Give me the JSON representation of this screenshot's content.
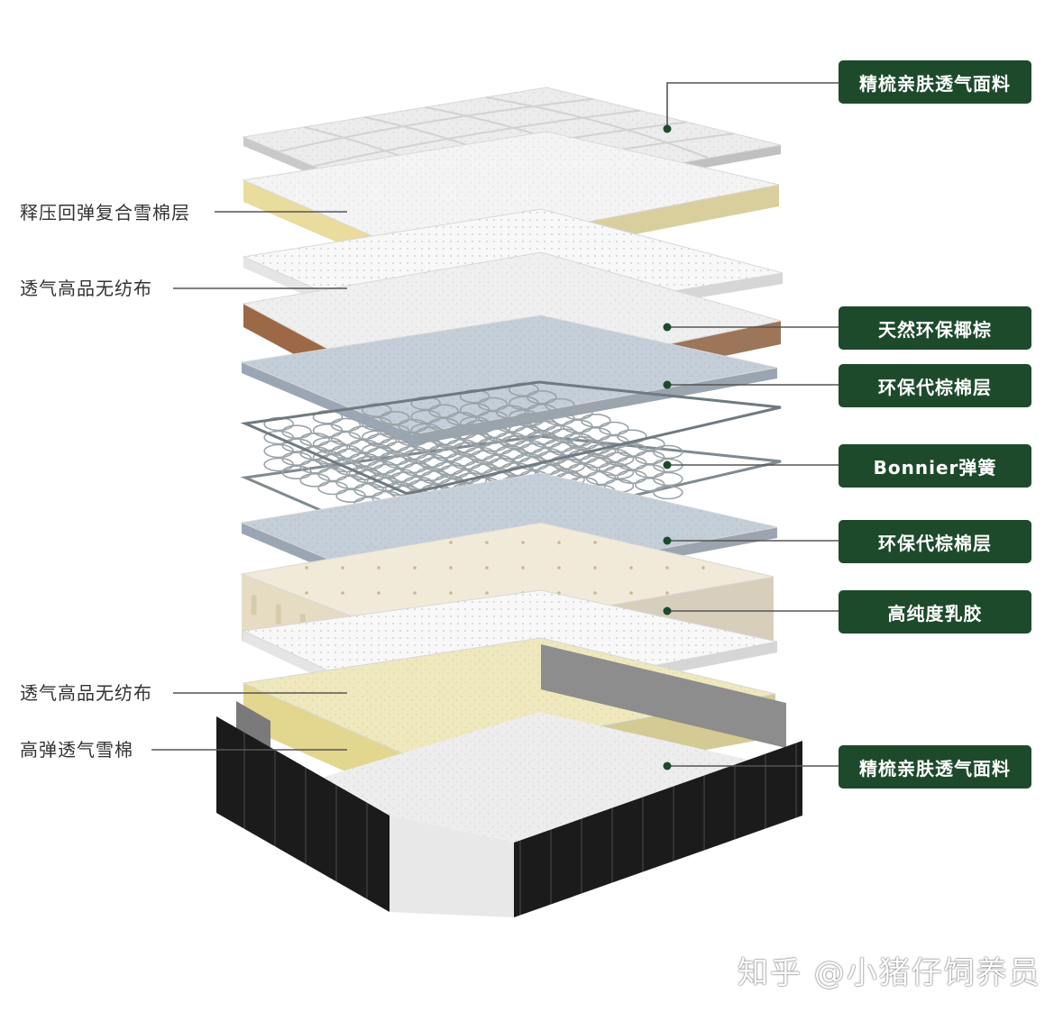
{
  "colors": {
    "badge_bg": "#1e4a2c",
    "leader_line": "#555555",
    "dot": "#1e4a2c"
  },
  "left_labels": [
    "释压回弹复合雪棉层",
    "透气高品无纺布",
    "透气高品无纺布",
    "高弹透气雪棉"
  ],
  "right_labels": [
    "精梳亲肤透气面料",
    "天然环保椰棕",
    "环保代棕棉层",
    "Bonnier弹簧",
    "环保代棕棉层",
    "高纯度乳胶",
    "精梳亲肤透气面料"
  ],
  "watermark": "知乎 @小猪仔饲养员",
  "layers": [
    {
      "name": "top-fabric",
      "fill": "#ececec",
      "side": "#c9c9c9",
      "pattern": "quilt"
    },
    {
      "name": "memory-foam",
      "fill": "#f4f4f4",
      "side": "#e9dc9c",
      "pattern": "foam"
    },
    {
      "name": "non-woven-top",
      "fill": "#f8f8f8",
      "side": "#e5e5e5",
      "pattern": "dots"
    },
    {
      "name": "coconut-palm",
      "fill": "#efefef",
      "side": "#9c6845",
      "pattern": "foam"
    },
    {
      "name": "eco-cotton-top",
      "fill": "#c3ced8",
      "side": "#9aa6b3",
      "pattern": "foam"
    },
    {
      "name": "spring",
      "fill": "none",
      "side": "none",
      "pattern": "spring"
    },
    {
      "name": "eco-cotton-bottom",
      "fill": "#c3ced8",
      "side": "#9aa6b3",
      "pattern": "foam"
    },
    {
      "name": "latex",
      "fill": "#f1ead9",
      "side": "#e6dcc3",
      "pattern": "holes"
    },
    {
      "name": "non-woven-bottom",
      "fill": "#f8f8f8",
      "side": "#e5e5e5",
      "pattern": "dots"
    },
    {
      "name": "elastic-foam",
      "fill": "#efe8bd",
      "side": "#e3d68f",
      "pattern": "foam"
    },
    {
      "name": "base",
      "fill": "#ededed",
      "side": "#1a1a1a",
      "pattern": "base"
    }
  ]
}
